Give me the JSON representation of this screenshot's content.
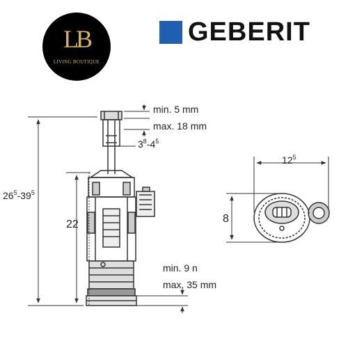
{
  "brand_left": {
    "monogram": "LB",
    "caption": "LIVING BOUTIQUE"
  },
  "brand_right": {
    "name": "GEBERIT",
    "accent_color": "#2060b0"
  },
  "dimensions": {
    "stroke_min": "min.   5 mm",
    "stroke_max": "max. 18 mm",
    "rod_base": "3",
    "rod_sup1": "8",
    "rod_mid": "-4",
    "rod_sup2": "5",
    "height_base": "26",
    "height_sup1": "5",
    "height_mid": "-39",
    "height_sup2": "5",
    "inner_height": "22",
    "bottom_min": "min.    9 n",
    "bottom_max": "max. 35 mm",
    "width_base": "12",
    "width_sup": "5",
    "depth": "8"
  },
  "colors": {
    "line": "#333333",
    "logo_gold": "#d8b45a"
  }
}
